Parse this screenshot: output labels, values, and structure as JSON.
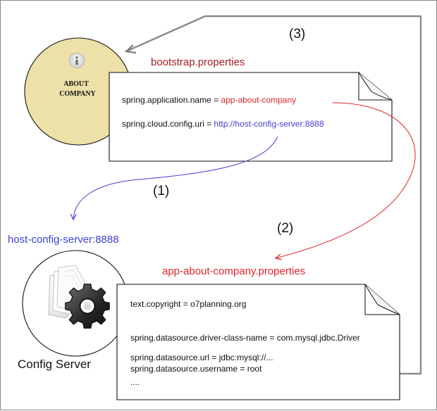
{
  "colors": {
    "about_fill": "#ede0a8",
    "connector_gray": "#8a8a8a",
    "arrow_gray": "#7d7d7d",
    "accent_red": "#e0242a",
    "accent_blue": "#3f3fd0",
    "title_red": "#a31d22",
    "text": "#111111"
  },
  "about_company": {
    "icon": "info-icon",
    "line1": "ABOUT",
    "line2": "COMPANY"
  },
  "bootstrap_title": "bootstrap.properties",
  "bootstrap_doc": {
    "line1_key": "spring.application.name = ",
    "line1_value": "app-about-company",
    "line2_key": "spring.cloud.config.uri = ",
    "line2_value": "http://host-config-server:8888"
  },
  "steps": {
    "one": "(1)",
    "two": "(2)",
    "three": "(3)"
  },
  "host_label": "host-config-server:8888",
  "config_server": {
    "icon": "gear-icon",
    "label": "Config Server"
  },
  "properties_title": "app-about-company.properties",
  "properties_doc": {
    "line1": "text.copyright = o7planning.org",
    "line2": "spring.datasource.driver-class-name = com.mysql.jdbc.Driver",
    "line3": "spring.datasource.url = jdbc:mysql://...",
    "line4": "spring.datasource.username = root",
    "line5": "...."
  }
}
